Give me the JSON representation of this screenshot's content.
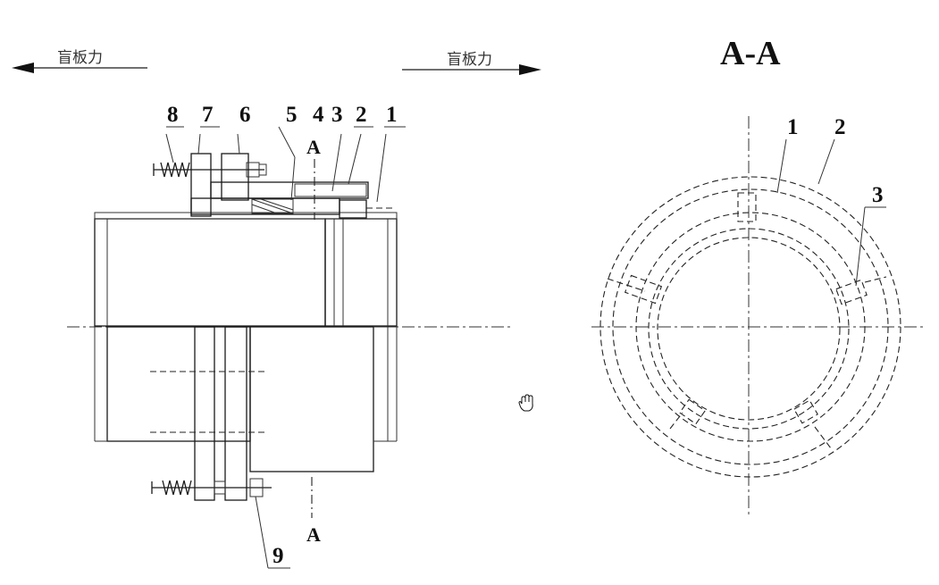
{
  "direction_labels": {
    "left": "盲板力",
    "right": "盲板力"
  },
  "section_marks": {
    "top": "A",
    "bottom": "A"
  },
  "section_title": "A-A",
  "side_view_part_numbers": [
    "8",
    "7",
    "6",
    "5",
    "4",
    "3",
    "2",
    "1",
    "9"
  ],
  "section_view_part_numbers": [
    "1",
    "2",
    "3"
  ],
  "icons": {
    "cursor": "hand-cursor-icon"
  }
}
